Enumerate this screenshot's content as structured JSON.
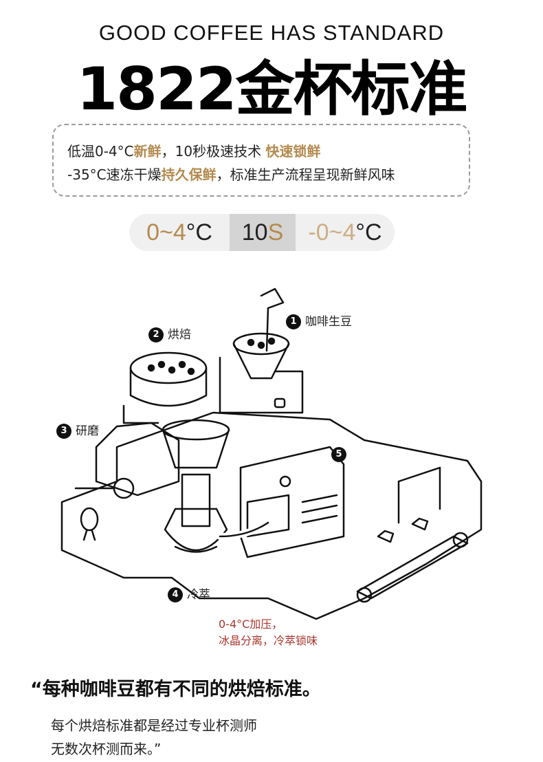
{
  "header": {
    "subtitle": "GOOD COFFEE HAS STANDARD",
    "title": "1822金杯标准"
  },
  "info": {
    "line1": [
      {
        "text": "低温0-4°C",
        "highlight": false
      },
      {
        "text": "新鲜",
        "highlight": true
      },
      {
        "text": "，10秒极速技术 ",
        "highlight": false
      },
      {
        "text": "快速锁鲜",
        "highlight": true
      }
    ],
    "line2": [
      {
        "text": "-35°C速冻干燥",
        "highlight": false
      },
      {
        "text": "持久保鲜",
        "highlight": true
      },
      {
        "text": "，标准生产流程呈现新鲜风味",
        "highlight": false
      }
    ]
  },
  "pill": {
    "seg1_value": "0~4",
    "seg1_unit": "°C",
    "seg2_value": "10",
    "seg2_unit": "S",
    "seg3_value": "-0~4",
    "seg3_unit": "°C"
  },
  "steps": [
    {
      "num": "1",
      "label": "咖啡生豆"
    },
    {
      "num": "2",
      "label": "烘焙"
    },
    {
      "num": "3",
      "label": "研磨"
    },
    {
      "num": "4",
      "label": "冷萃"
    },
    {
      "num": "5",
      "label": ""
    }
  ],
  "note": {
    "line1": "0-4°C加压，",
    "line2": "冰晶分离，冷萃锁味"
  },
  "quote": {
    "title": "“每种咖啡豆都有不同的烘焙标准。",
    "body1": "每个烘焙标准都是经过专业杯测师",
    "body2": "无数次杯测而来。”"
  },
  "colors": {
    "accent": "#b48a4e",
    "note_red": "#a8352c"
  }
}
